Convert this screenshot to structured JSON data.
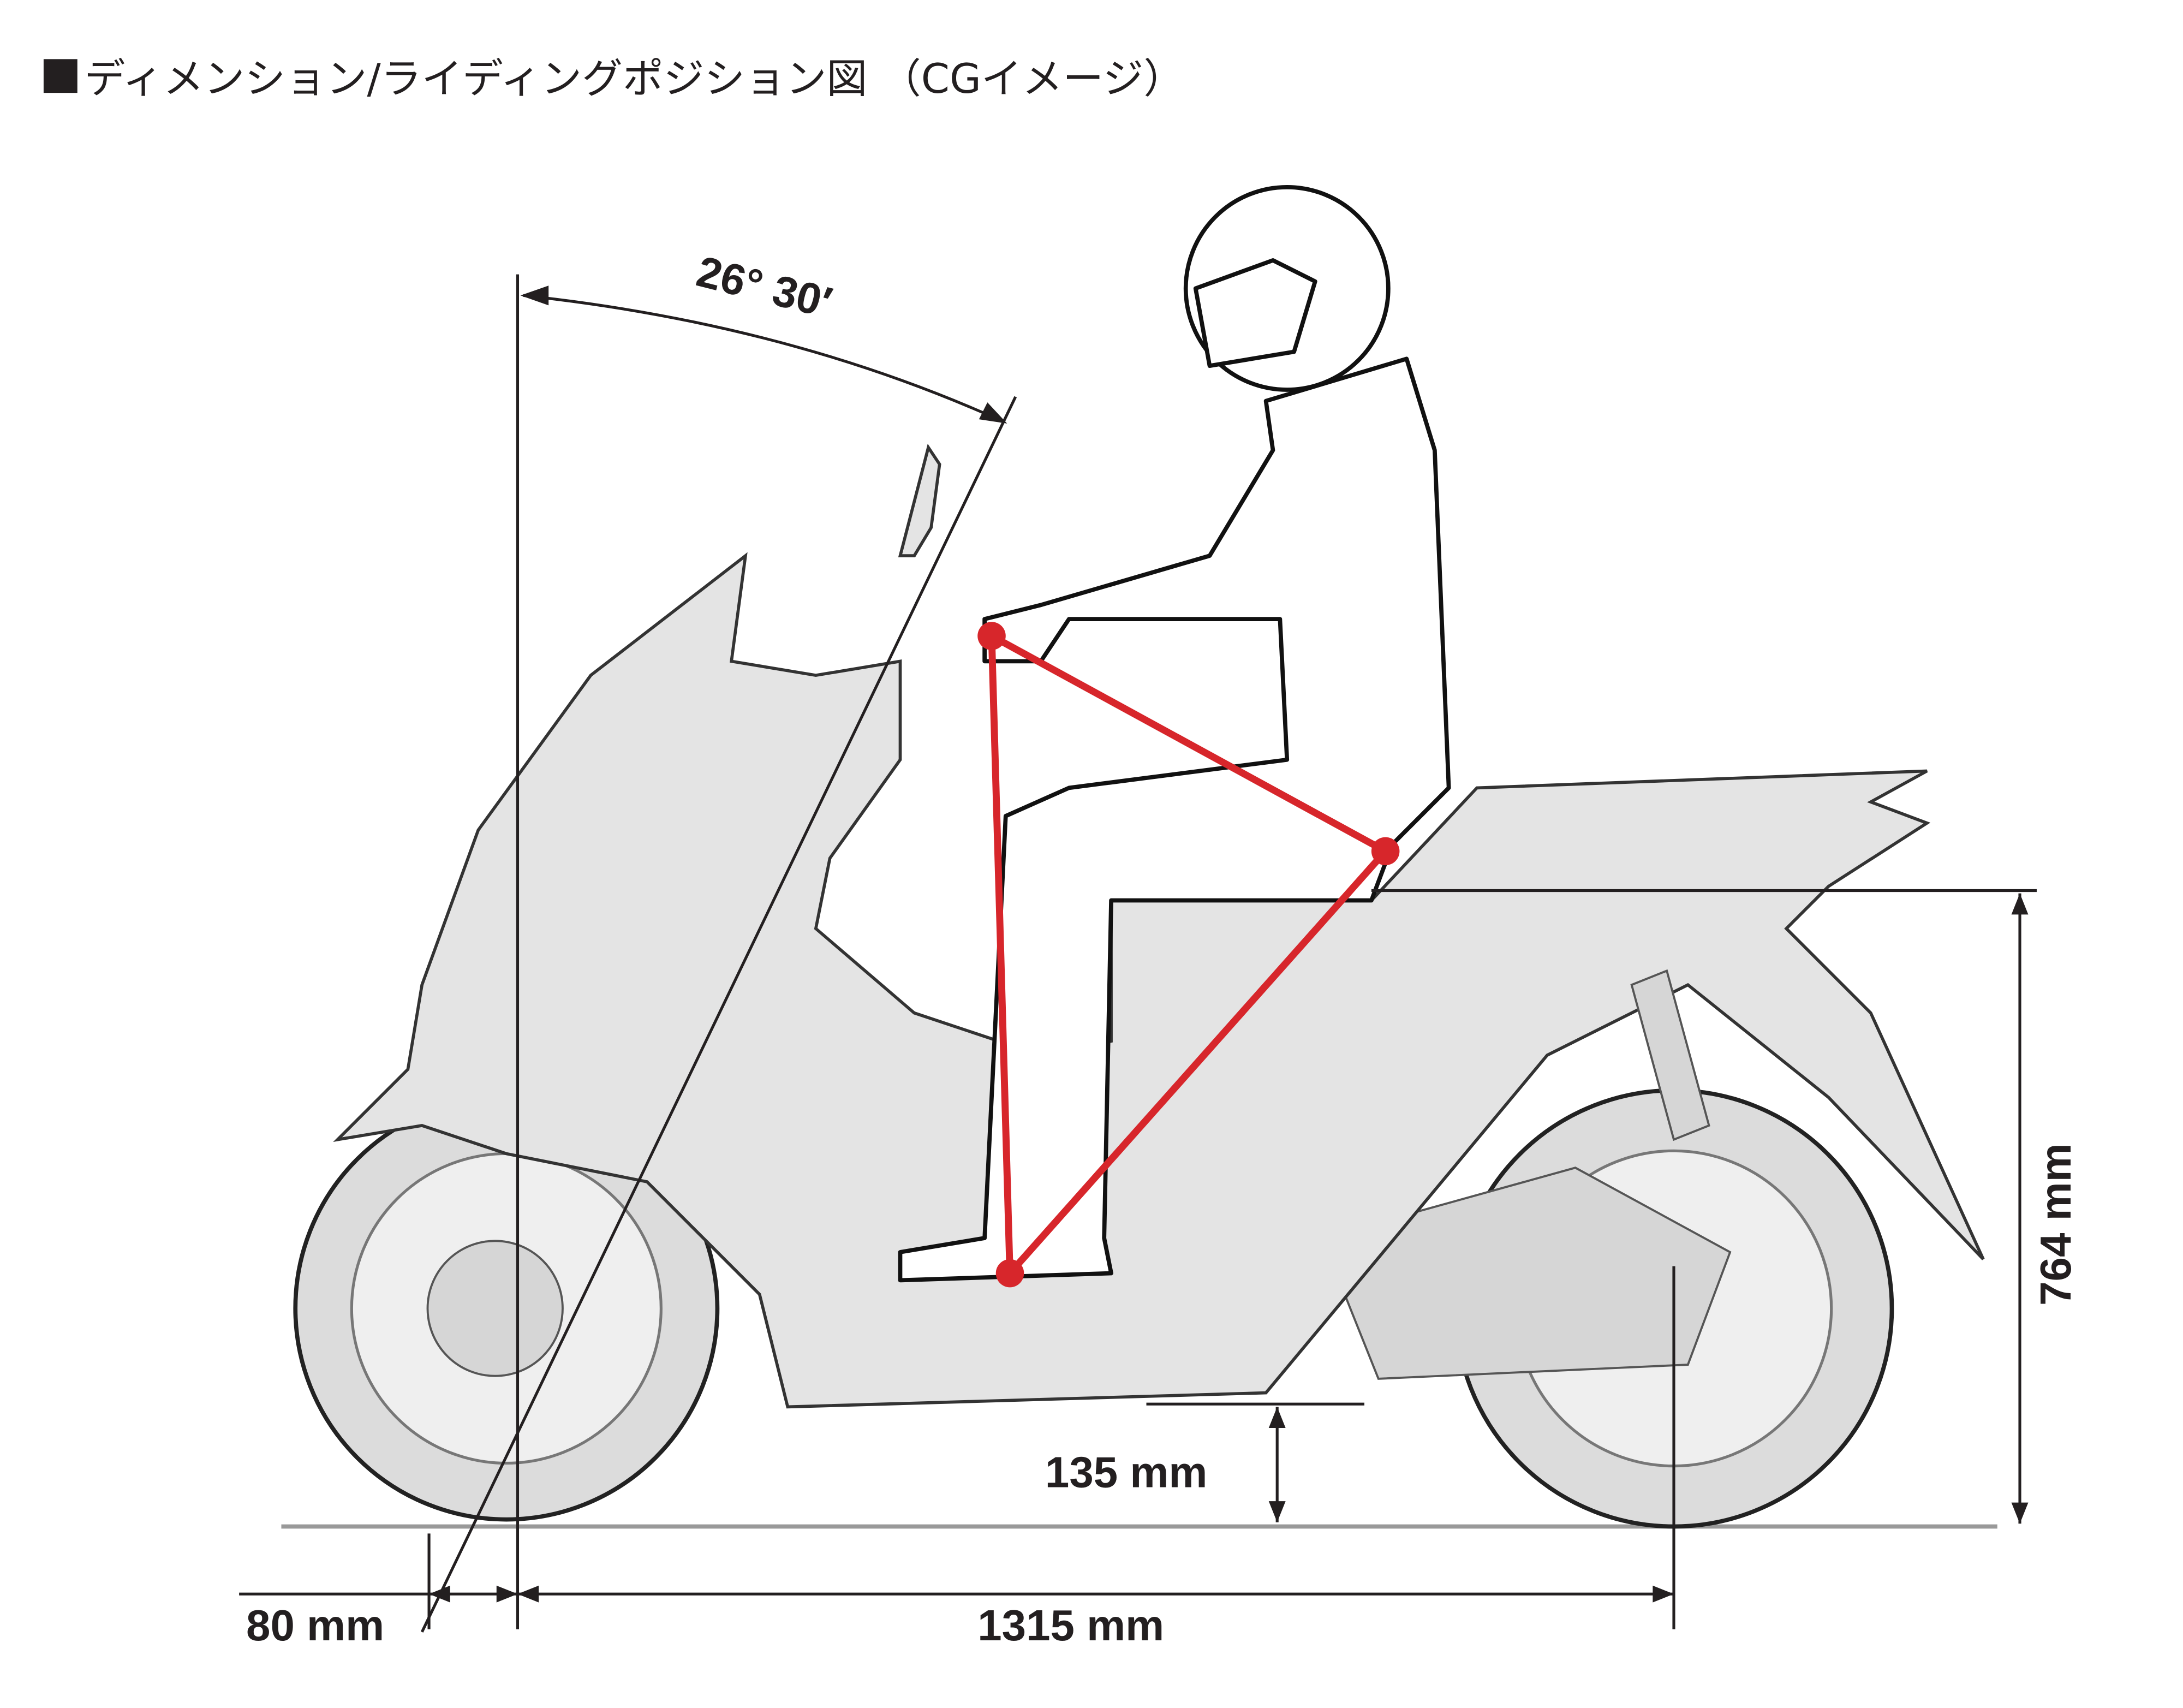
{
  "title": {
    "bullet": "■",
    "text": "ディメンション/ライディングポジション図 （CGイメージ）"
  },
  "dimensions": {
    "caster_angle": "26° 30′",
    "trail": "80 mm",
    "wheelbase": "1315 mm",
    "ground_clearance": "135 mm",
    "seat_height": "764 mm"
  },
  "colors": {
    "ergonomic_triangle": "#d7262b",
    "lines": "#231f20"
  }
}
